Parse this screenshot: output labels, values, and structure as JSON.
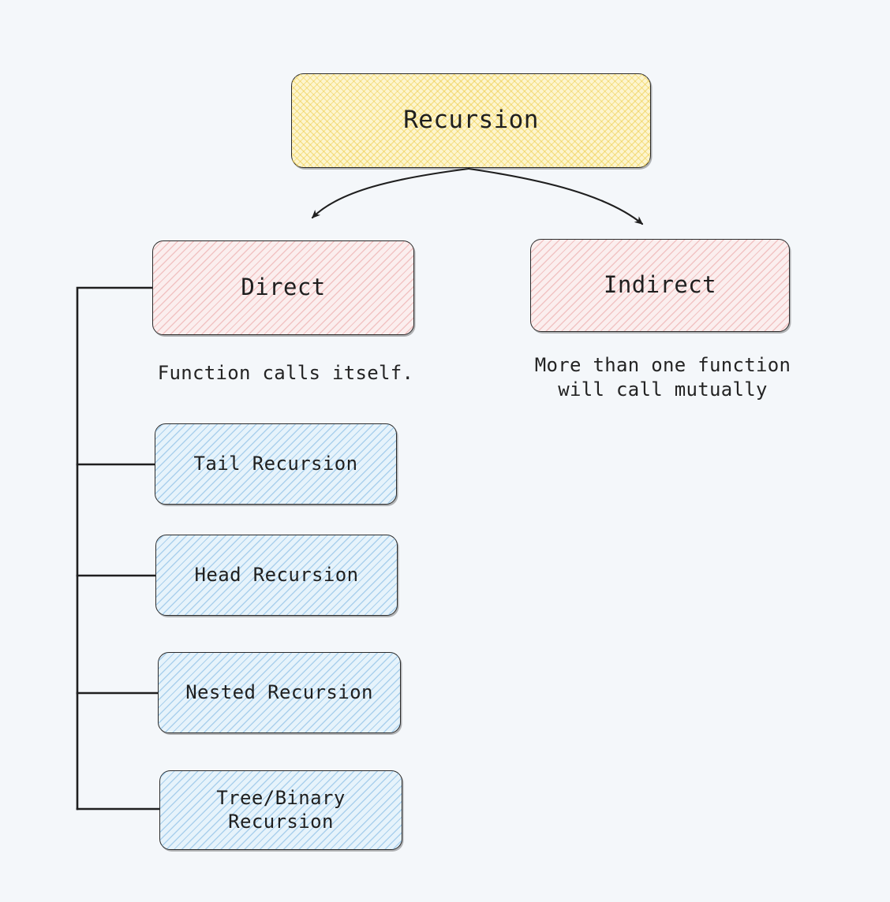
{
  "diagram": {
    "title": "Recursion",
    "background_color": "#f4f7fa",
    "root": {
      "label": "Recursion",
      "fill": "#fdf5cf",
      "hatch": "cross-hatch"
    },
    "branches": [
      {
        "id": "direct",
        "label": "Direct",
        "fill": "#fbeeee",
        "hatch": "diagonal",
        "caption": "Function calls itself."
      },
      {
        "id": "indirect",
        "label": "Indirect",
        "fill": "#fbeeee",
        "hatch": "diagonal",
        "caption": "More than one function\nwill call mutually"
      }
    ],
    "direct_children": [
      {
        "id": "tail",
        "label": "Tail Recursion",
        "fill": "#e6f3fb",
        "hatch": "diagonal"
      },
      {
        "id": "head",
        "label": "Head Recursion",
        "fill": "#e6f3fb",
        "hatch": "diagonal"
      },
      {
        "id": "nested",
        "label": "Nested Recursion",
        "fill": "#e6f3fb",
        "hatch": "diagonal"
      },
      {
        "id": "tree",
        "label": "Tree/Binary\nRecursion",
        "fill": "#e6f3fb",
        "hatch": "diagonal"
      }
    ],
    "edges": {
      "stroke": "#1f1f1f",
      "root_to_direct": "curved-arrow",
      "root_to_indirect": "curved-arrow",
      "direct_to_children": "elbow-trunk"
    }
  }
}
